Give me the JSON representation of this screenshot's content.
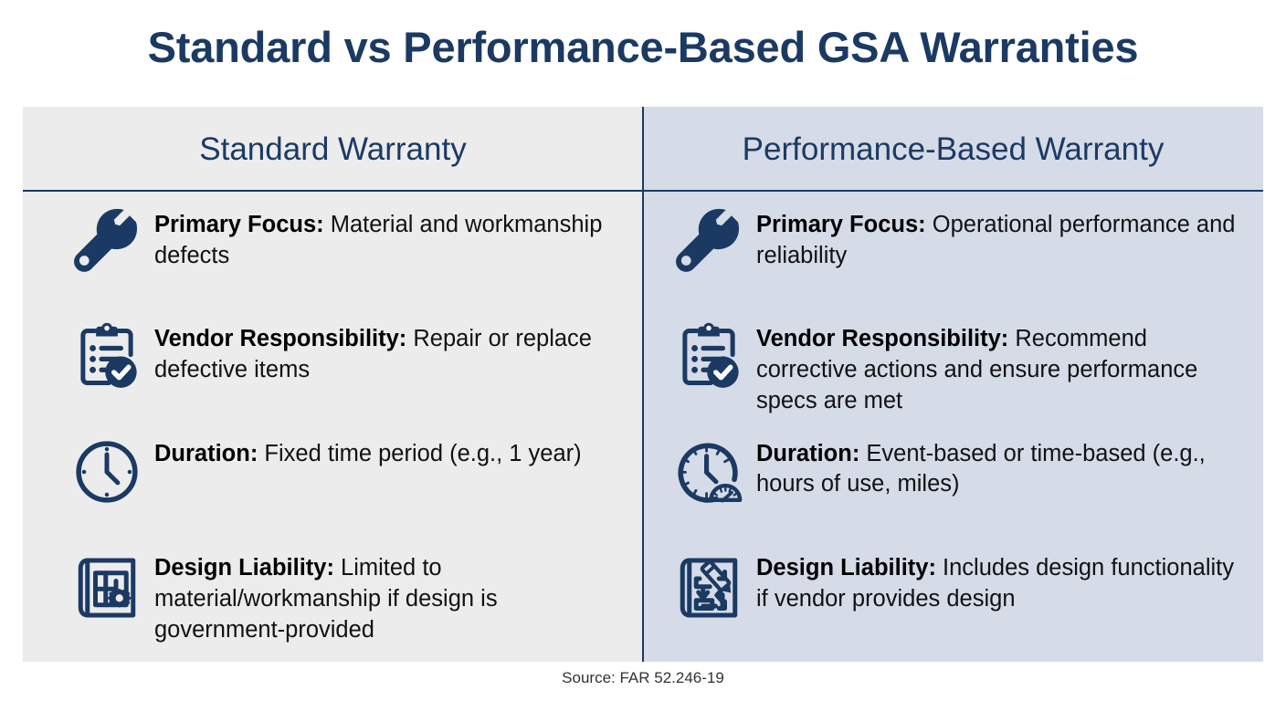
{
  "title": "Standard vs Performance-Based GSA Warranties",
  "source": "Source: FAR 52.246-19",
  "colors": {
    "navy": "#1b3a63",
    "left_panel_bg": "#ececec",
    "right_panel_bg": "#d6dbe8",
    "body_text": "#111111",
    "page_bg": "#ffffff"
  },
  "columns": [
    {
      "header": "Standard Warranty",
      "rows": [
        {
          "icon": "wrench-icon",
          "lead": "Primary Focus:",
          "body": " Material and workmanship defects"
        },
        {
          "icon": "clipboard-check-icon",
          "lead": "Vendor Responsibility:",
          "body": " Repair or replace defective items"
        },
        {
          "icon": "clock-icon",
          "lead": "Duration:",
          "body": " Fixed time period (e.g., 1 year)"
        },
        {
          "icon": "blueprint-gear-icon",
          "lead": "Design Liability:",
          "body": " Limited to material/workmanship if design is government-provided"
        }
      ]
    },
    {
      "header": "Performance-Based Warranty",
      "rows": [
        {
          "icon": "wrench-icon",
          "lead": "Primary Focus:",
          "body": " Operational performance and reliability"
        },
        {
          "icon": "clipboard-check-icon",
          "lead": "Vendor Responsibility:",
          "body": " Recommend corrective actions and ensure performance specs are met"
        },
        {
          "icon": "clock-gauge-icon",
          "lead": "Duration:",
          "body": " Event-based or time-based (e.g., hours of use, miles)"
        },
        {
          "icon": "blueprint-pencil-icon",
          "lead": "Design Liability:",
          "body": " Includes design functionality if vendor provides design"
        }
      ]
    }
  ]
}
